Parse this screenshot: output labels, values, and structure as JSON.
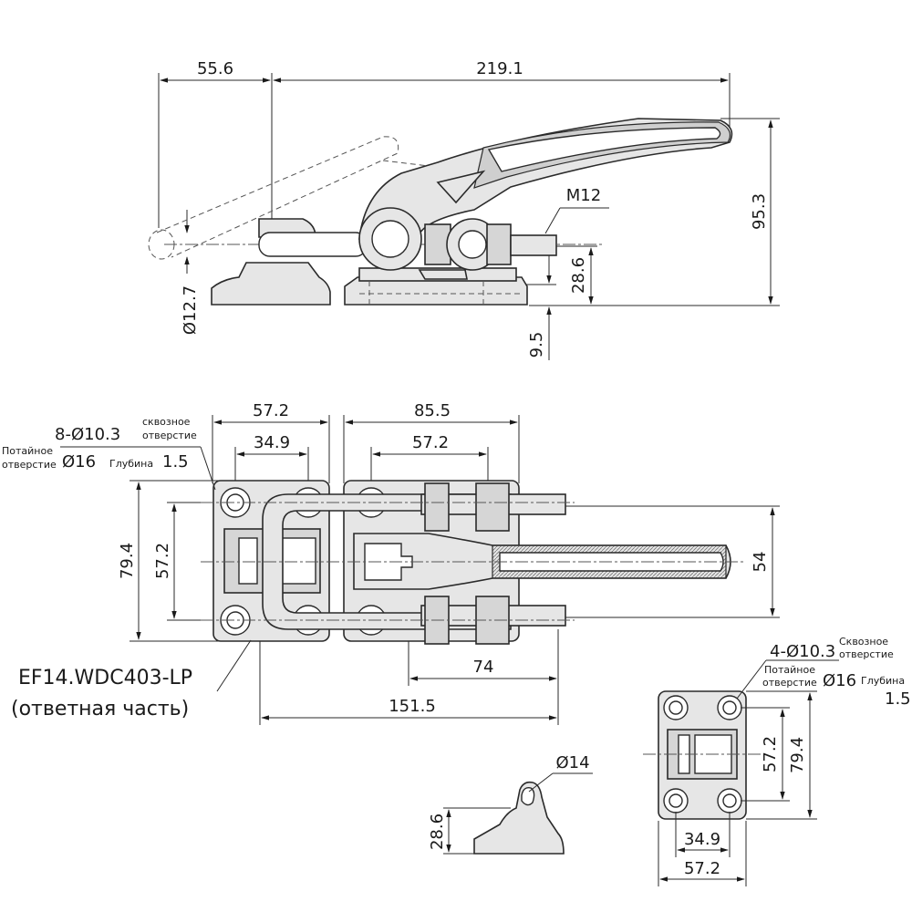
{
  "top_view": {
    "dim_left": "55.6",
    "dim_top": "219.1",
    "dim_height": "95.3",
    "thread": "M12",
    "dim_rod_height": "28.6",
    "dim_base": "9.5",
    "dim_diameter": "Ø12.7"
  },
  "plan_view": {
    "dim_base_width": "57.2",
    "dim_hole_spacing": "34.9",
    "dim_body_width": "85.5",
    "dim_body_holes": "57.2",
    "dim_total_height": "79.4",
    "dim_holes_height": "57.2",
    "dim_handle_width": "54",
    "dim_74": "74",
    "dim_151": "151.5",
    "holes_note": "8-Ø10.3",
    "through_hole_1": "сквозное",
    "through_hole_2": "отверстие",
    "countersink_1": "Потайное",
    "countersink_2": "отверстие",
    "countersink_dia": "Ø16",
    "depth_label": "Глубина",
    "depth_value": "1.5",
    "part_code": "EF14.WDC403-LP",
    "part_caption": "(ответная часть)"
  },
  "counterpart_view": {
    "holes_note": "4-Ø10.3",
    "through_hole_1": "Сквозное",
    "through_hole_2": "отверстие",
    "countersink_1": "Потайное",
    "countersink_2": "отверстие",
    "countersink_dia": "Ø16",
    "depth_label": "Глубина",
    "depth_value": "1.5",
    "dim_holes_height": "57.2",
    "dim_total_height": "79.4",
    "dim_hole_spacing": "34.9",
    "dim_width": "57.2"
  },
  "hook_view": {
    "dim_diameter": "Ø14",
    "dim_height": "28.6"
  }
}
